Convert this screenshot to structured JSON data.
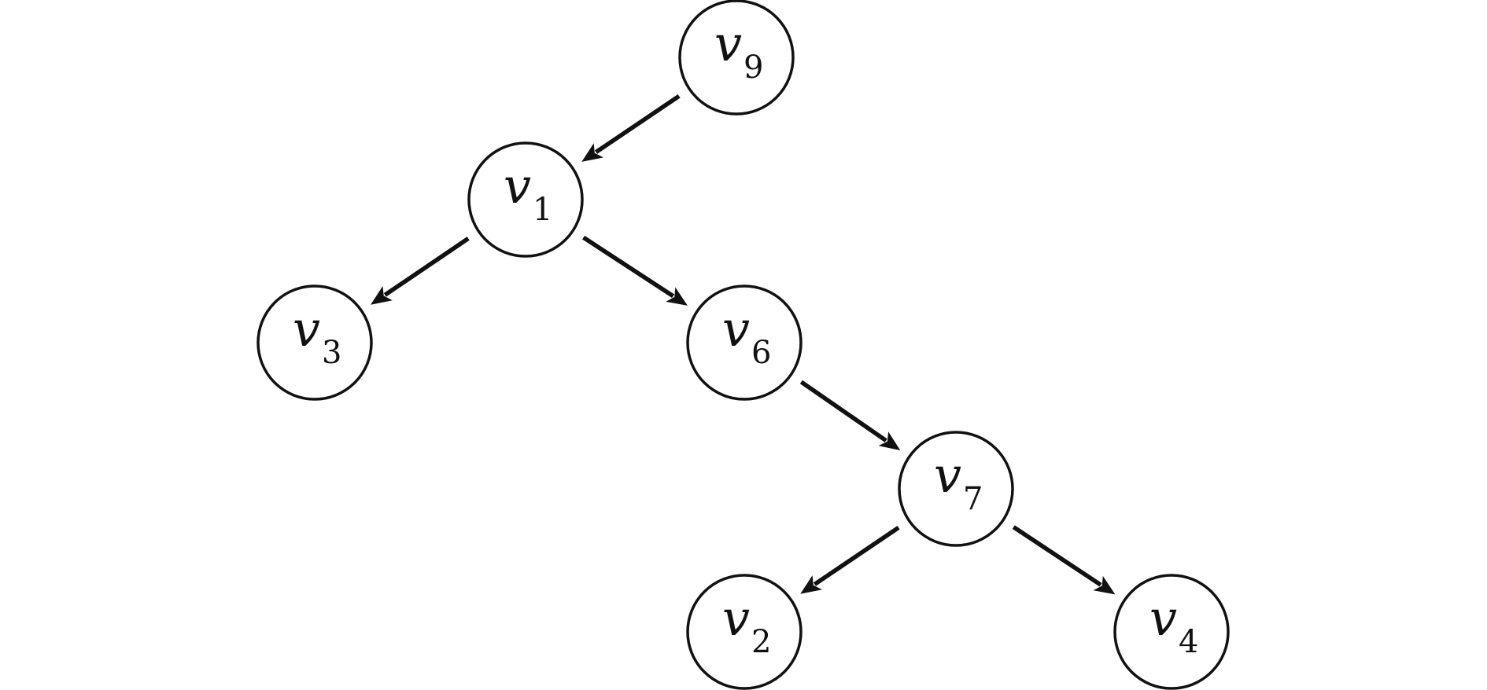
{
  "diagram": {
    "type": "directed-tree",
    "nodes": [
      {
        "id": "v9",
        "letter": "v",
        "subscript": "9"
      },
      {
        "id": "v1",
        "letter": "v",
        "subscript": "1"
      },
      {
        "id": "v3",
        "letter": "v",
        "subscript": "3"
      },
      {
        "id": "v6",
        "letter": "v",
        "subscript": "6"
      },
      {
        "id": "v7",
        "letter": "v",
        "subscript": "7"
      },
      {
        "id": "v2",
        "letter": "v",
        "subscript": "2"
      },
      {
        "id": "v4",
        "letter": "v",
        "subscript": "4"
      }
    ],
    "edges": [
      {
        "from": "v9",
        "to": "v1"
      },
      {
        "from": "v1",
        "to": "v3"
      },
      {
        "from": "v1",
        "to": "v6"
      },
      {
        "from": "v6",
        "to": "v7"
      },
      {
        "from": "v7",
        "to": "v2"
      },
      {
        "from": "v7",
        "to": "v4"
      }
    ],
    "colors": {
      "stroke": "#111111",
      "fill": "#ffffff"
    }
  }
}
